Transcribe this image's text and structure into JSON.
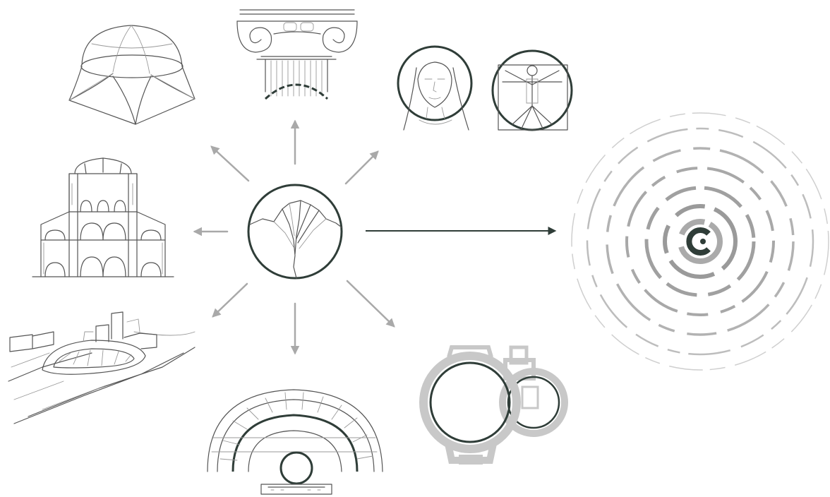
{
  "colors": {
    "primary": "#2f3d38",
    "sketch": "#555555",
    "light": "#a9a9a9",
    "plan_fill": "#c8c8c8"
  },
  "elements": {
    "center_icon": "tree-in-circle",
    "satellites": [
      "dome-with-pendentives",
      "ionic-column-capital",
      "haloed-face-and-vitruvian-man",
      "church-section",
      "amphitheatre-landscape",
      "greek-theatre-plan",
      "rotunda-floor-plan"
    ],
    "target_icon": "concentric-dashed-rings"
  }
}
